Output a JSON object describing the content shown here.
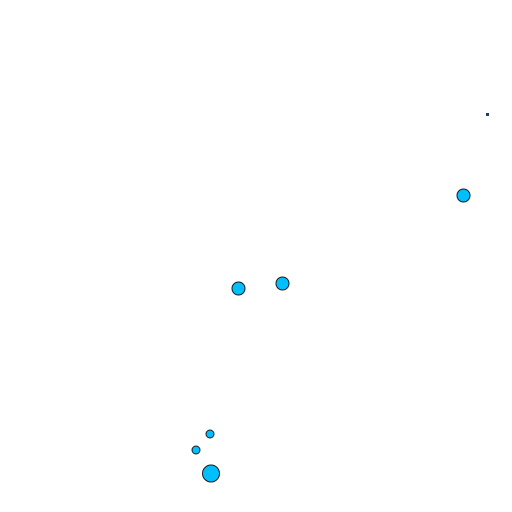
{
  "map": {
    "background_color": "#ffffff",
    "marker_fill": "#00bfff",
    "marker_stroke": "#1a1a1a",
    "small_marker_color": "#1f3a6b",
    "markers": [
      {
        "id": "marker-1",
        "size": "tiny"
      },
      {
        "id": "marker-2",
        "size": "medium"
      },
      {
        "id": "marker-3",
        "size": "medium"
      },
      {
        "id": "marker-4",
        "size": "medium"
      },
      {
        "id": "marker-5",
        "size": "small"
      },
      {
        "id": "marker-6",
        "size": "small"
      },
      {
        "id": "marker-7",
        "size": "large"
      }
    ]
  }
}
